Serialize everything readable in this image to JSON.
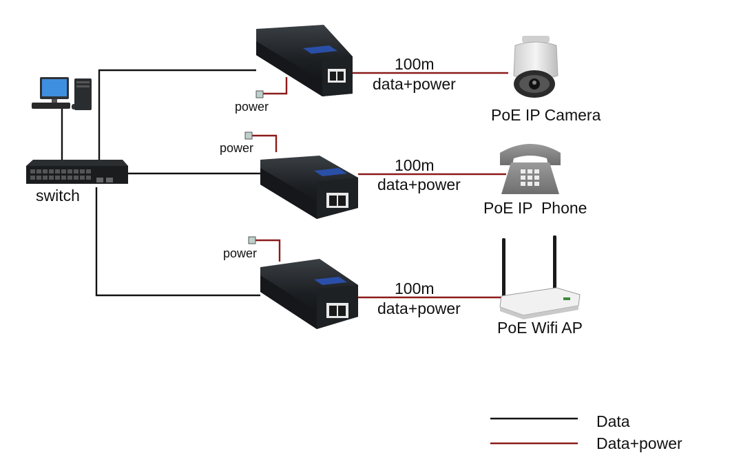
{
  "switch": {
    "label": "switch"
  },
  "injectors": [
    {
      "power_label": "power",
      "distance": "100m",
      "link_label": "data+power",
      "device_label": "PoE IP Camera",
      "device_icon": "camera-icon"
    },
    {
      "power_label": "power",
      "distance": "100m",
      "link_label": "data+power",
      "device_label": "PoE IP  Phone",
      "device_icon": "phone-icon"
    },
    {
      "power_label": "power",
      "distance": "100m",
      "link_label": "data+power",
      "device_label": "PoE Wifi AP",
      "device_icon": "wifi-ap-icon"
    }
  ],
  "legend": [
    {
      "label": "Data",
      "color": "#111111"
    },
    {
      "label": "Data+power",
      "color": "#8b1a1a"
    }
  ],
  "colors": {
    "data_line": "#111111",
    "power_line": "#8b1a1a",
    "injector_body": "#1c1f22",
    "injector_label": "#2a4fa8"
  }
}
